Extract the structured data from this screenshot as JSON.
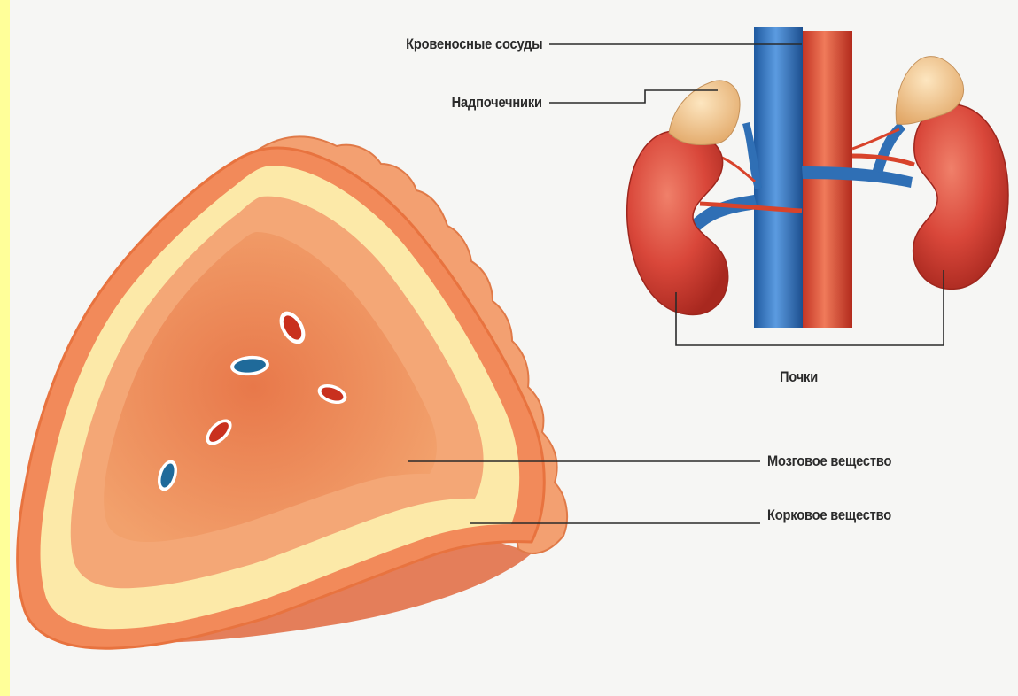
{
  "labels": {
    "blood_vessels": "Кровеносные сосуды",
    "adrenal_glands": "Надпочечники",
    "kidneys": "Почки",
    "medulla": "Мозговое вещество",
    "cortex": "Корковое вещество"
  },
  "colors": {
    "background": "#f6f6f4",
    "left_strip": "#ffff99",
    "vein": "#2f6fb5",
    "artery": "#d8432b",
    "kidney": "#d4483a",
    "adrenal": "#f0c890",
    "gland_outer": "#f08a5a",
    "gland_cortex": "#fbe7a6",
    "gland_medulla": "#ec8656",
    "leader_line": "#2a2a2a"
  }
}
